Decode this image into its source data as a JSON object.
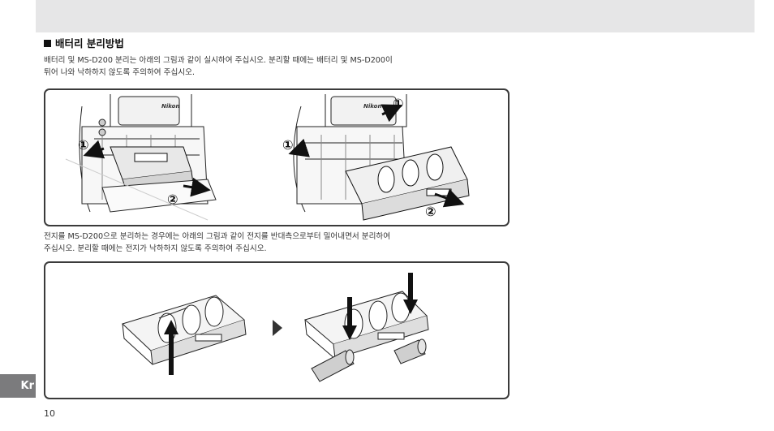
{
  "section": {
    "title": "배터리 분리방법",
    "para1_line1": "배터리 및 MS-D200 분리는 아래의 그림과 같이 실시하여 주십시오. 분리할 때에는 배터리 및 MS-D200이",
    "para1_line2": "튀어 나와 낙하하지 않도록 주의하여 주십시오.",
    "para2_line1": "전지를 MS-D200으로 분리하는 경우에는 아래의 그림과 같이 전지를 반대측으로부터 밀어내면서 분리하여",
    "para2_line2": "주십시오. 분리할 때에는 전지가 낙하하지 않도록 주의하여 주십시오."
  },
  "figure1": {
    "left_step1": "①",
    "left_step2": "②",
    "right_step1_top": "①",
    "right_step1_left": "①",
    "right_step2": "②",
    "brand_left": "Nikon",
    "brand_right": "Nikon"
  },
  "sidebar": {
    "language_tab": "Kr"
  },
  "footer": {
    "page_number": "10"
  }
}
